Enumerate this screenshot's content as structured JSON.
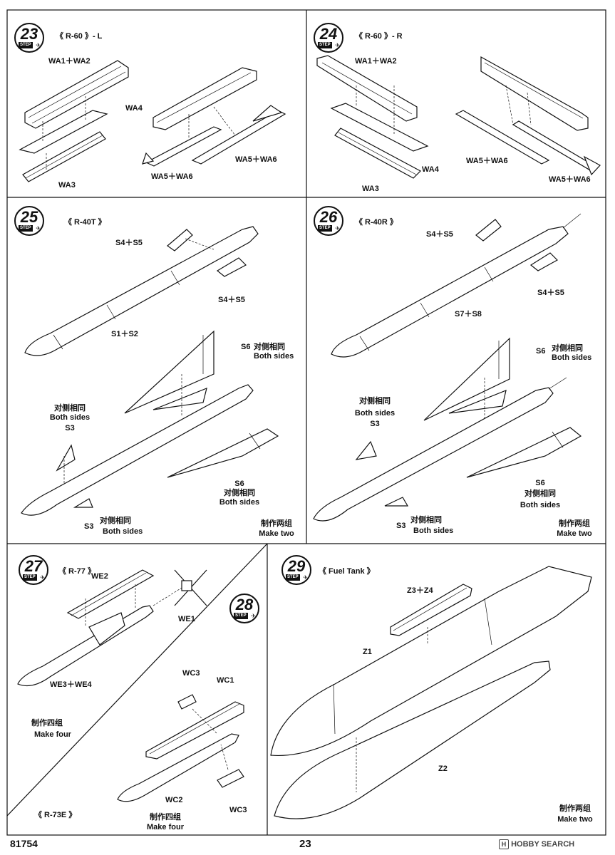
{
  "steps": {
    "s23": {
      "number": "23",
      "step_word": "STEP",
      "title": "《 R-60 》- L",
      "labels": {
        "wa12": "WA1＋WA2",
        "wa4": "WA4",
        "wa3": "WA3",
        "wa56a": "WA5＋WA6",
        "wa56b": "WA5＋WA6"
      }
    },
    "s24": {
      "number": "24",
      "step_word": "STEP",
      "title": "《 R-60 》- R",
      "labels": {
        "wa12": "WA1＋WA2",
        "wa4": "WA4",
        "wa3": "WA3",
        "wa56a": "WA5＋WA6",
        "wa56b": "WA5＋WA6"
      }
    },
    "s25": {
      "number": "25",
      "step_word": "STEP",
      "title": "《 R-40T 》",
      "labels": {
        "s45a": "S4＋S5",
        "s45b": "S4＋S5",
        "s12": "S1＋S2",
        "s6a": "S6",
        "s6a_cn": "对侧相同",
        "s6a_en": "Both sides",
        "s3a_cn": "对侧相同",
        "s3a_en": "Both sides",
        "s3a": "S3",
        "s6b": "S6",
        "s6b_cn": "对侧相同",
        "s6b_en": "Both sides",
        "s3b": "S3",
        "s3b_cn": "对侧相同",
        "s3b_en": "Both sides",
        "make_cn": "制作两组",
        "make_en": "Make two"
      }
    },
    "s26": {
      "number": "26",
      "step_word": "STEP",
      "title": "《 R-40R 》",
      "labels": {
        "s45a": "S4＋S5",
        "s45b": "S4＋S5",
        "s78": "S7＋S8",
        "s6a": "S6",
        "s6a_cn": "对侧相同",
        "s6a_en": "Both sides",
        "s3a_cn": "对侧相同",
        "s3a_en": "Both sides",
        "s3a": "S3",
        "s6b": "S6",
        "s6b_cn": "对侧相同",
        "s6b_en": "Both sides",
        "s3b": "S3",
        "s3b_cn": "对侧相同",
        "s3b_en": "Both sides",
        "make_cn": "制作两组",
        "make_en": "Make two"
      }
    },
    "s27": {
      "number": "27",
      "step_word": "STEP",
      "title": "《 R-77 》",
      "labels": {
        "we2": "WE2",
        "we1": "WE1",
        "we34": "WE3＋WE4",
        "make_cn": "制作四组",
        "make_en": "Make four"
      }
    },
    "s28": {
      "number": "28",
      "step_word": "STEP",
      "title": "《 R-73E 》",
      "labels": {
        "wc3a": "WC3",
        "wc1": "WC1",
        "wc2": "WC2",
        "wc3b": "WC3",
        "make_cn": "制作四组",
        "make_en": "Make four"
      }
    },
    "s29": {
      "number": "29",
      "step_word": "STEP",
      "title": "《 Fuel Tank 》",
      "labels": {
        "z34": "Z3＋Z4",
        "z1": "Z1",
        "z2": "Z2",
        "make_cn": "制作两组",
        "make_en": "Make two"
      }
    }
  },
  "footer": {
    "kit_number": "81754",
    "page_number": "23",
    "watermark": "HOBBY SEARCH"
  }
}
